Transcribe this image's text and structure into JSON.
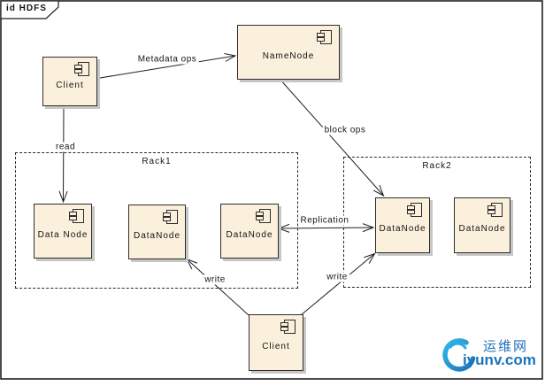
{
  "frame": {
    "title": "id HDFS"
  },
  "nodes": {
    "client_top": "Client",
    "namenode": "NameNode",
    "client_bottom": "Client",
    "rack1": {
      "label": "Rack1",
      "datanodes": [
        "Data Node",
        "DataNode",
        "DataNode"
      ]
    },
    "rack2": {
      "label": "Rack2",
      "datanodes": [
        "DataNode",
        "DataNode"
      ]
    }
  },
  "edges": {
    "metadata_ops": "Metadata ops",
    "block_ops": "block ops",
    "read": "read",
    "write_left": "write",
    "write_right": "write",
    "replication": "Replication"
  },
  "watermark": {
    "site_name": "运维网",
    "site_url": "iyunv.com"
  },
  "colors": {
    "box_fill": "#FBF0DC",
    "box_border": "#2D2D2D",
    "box_shadow": "#C7C7C7",
    "line": "#1F1F1F",
    "logo_light_blue": "#29ABE2",
    "logo_dark_blue": "#1B75BC"
  }
}
